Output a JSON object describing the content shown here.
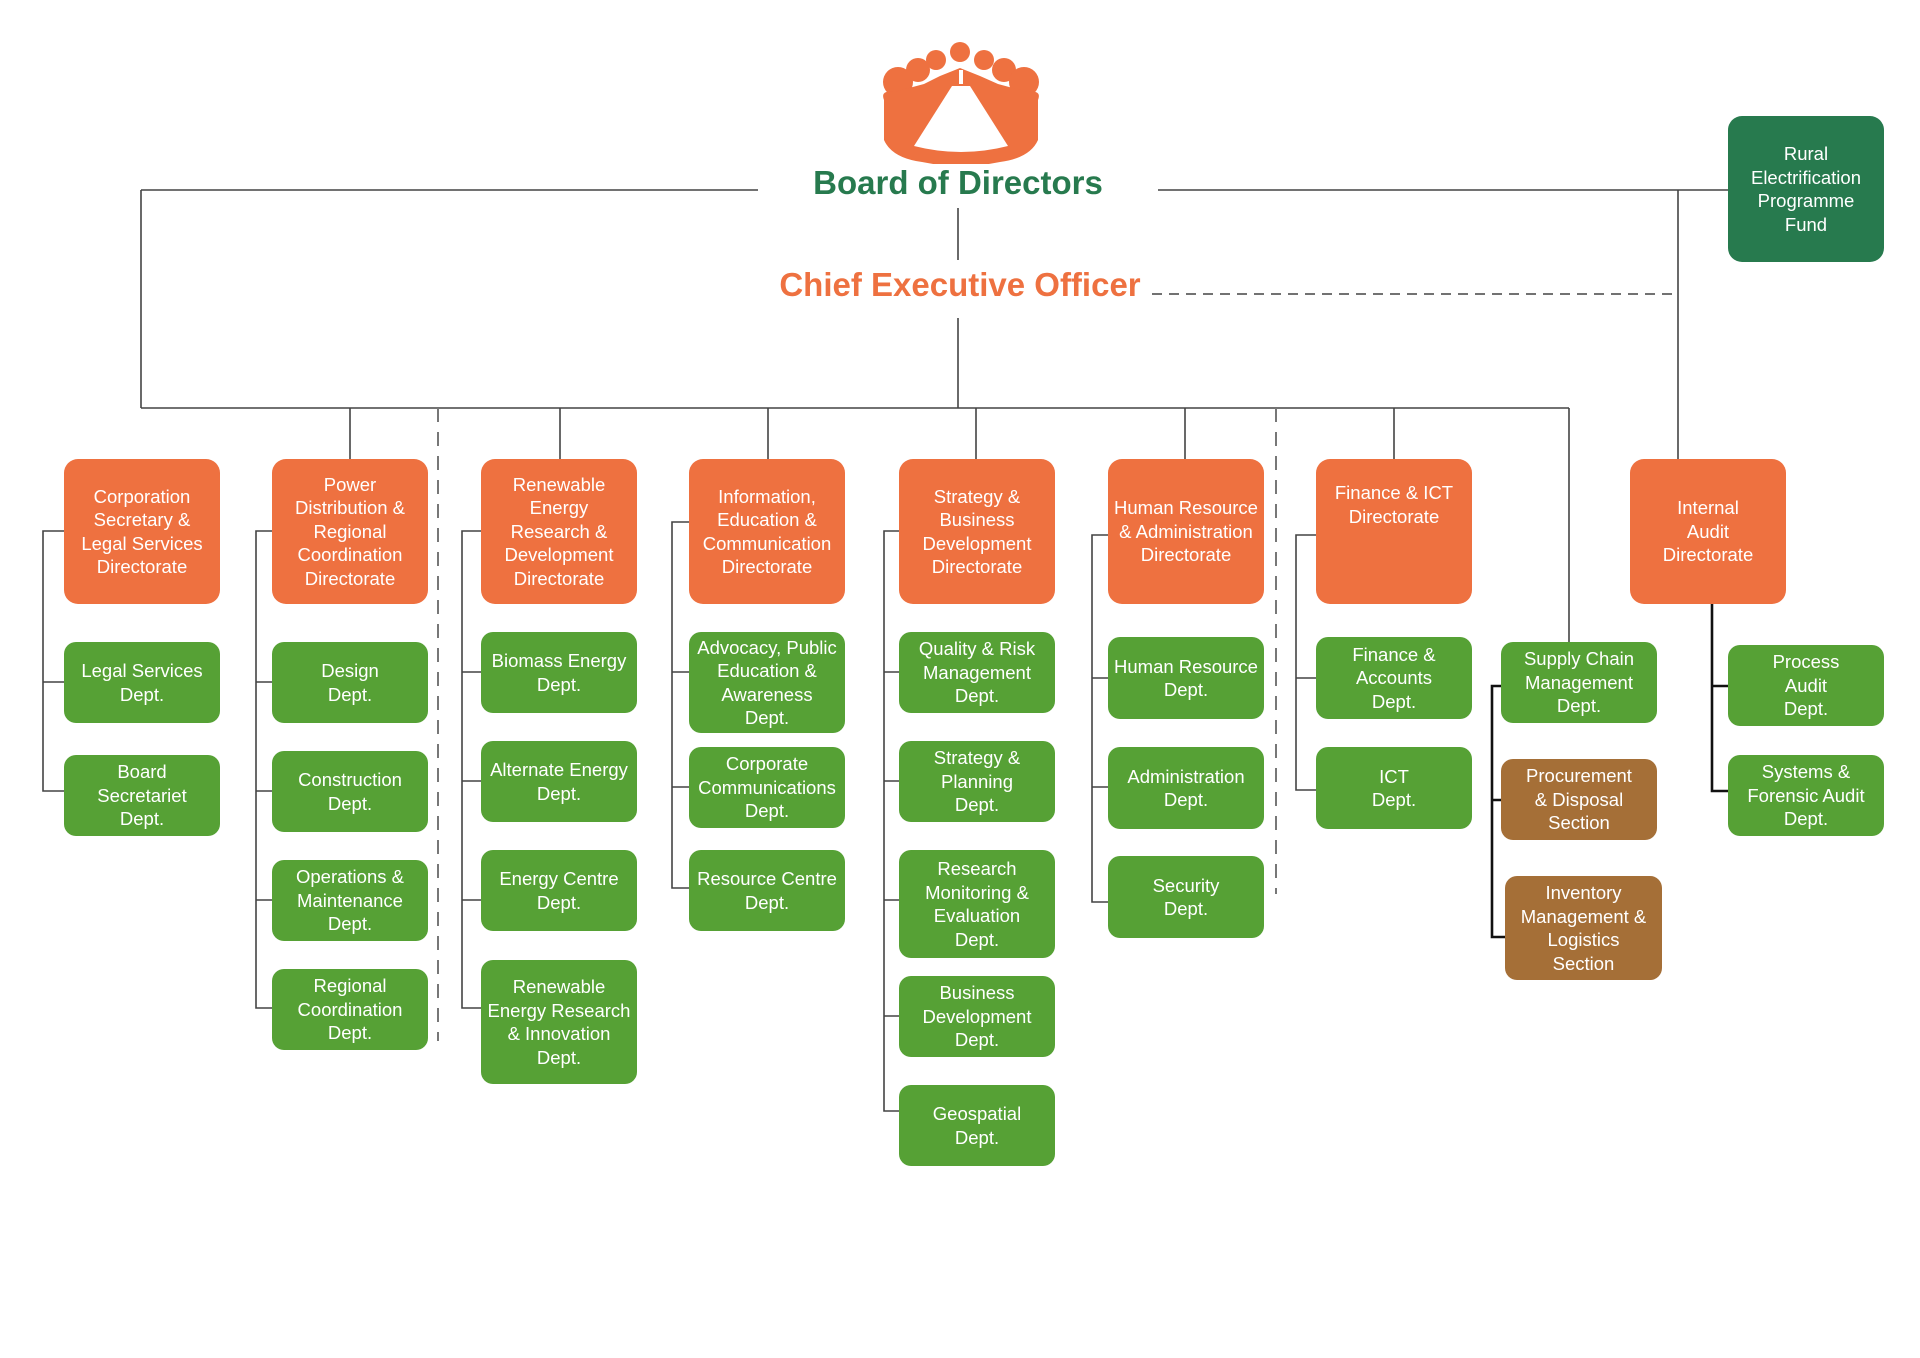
{
  "board": {
    "title": "Board of Directors",
    "logo_icon": "boardroom-meeting-icon"
  },
  "ceo": {
    "title": "Chief Executive Officer"
  },
  "fund": {
    "label": "Rural\nElectrification\nProgramme\nFund"
  },
  "colors": {
    "directorate": "#EE7140",
    "department": "#56A135",
    "section": "#A56F37",
    "fund": "#277A4E",
    "board_title": "#277A4E",
    "ceo_title": "#EE7140",
    "lines": "#444444"
  },
  "directorates": [
    {
      "label": "Corporation\nSecretary &\nLegal Services\nDirectorate",
      "departments": [
        "Legal Services\nDept.",
        "Board\nSecretariet\nDept."
      ]
    },
    {
      "label": "Power\nDistribution &\nRegional\nCoordination\nDirectorate",
      "departments": [
        "Design\nDept.",
        "Construction\nDept.",
        "Operations &\nMaintenance\nDept.",
        "Regional\nCoordination\nDept."
      ]
    },
    {
      "label": "Renewable\nEnergy\nResearch &\nDevelopment\nDirectorate",
      "departments": [
        "Biomass Energy\nDept.",
        "Alternate Energy\nDept.",
        "Energy Centre\nDept.",
        "Renewable\nEnergy Research\n& Innovation\nDept."
      ]
    },
    {
      "label": "Information,\nEducation &\nCommunication\nDirectorate",
      "departments": [
        "Advocacy, Public\nEducation &\nAwareness\nDept.",
        "Corporate\nCommunications\nDept.",
        "Resource Centre\nDept."
      ]
    },
    {
      "label": "Strategy &\nBusiness\nDevelopment\nDirectorate",
      "departments": [
        "Quality & Risk\nManagement\nDept.",
        "Strategy &\nPlanning\nDept.",
        "Research\nMonitoring &\nEvaluation\nDept.",
        "Business\nDevelopment\nDept.",
        "Geospatial\nDept."
      ]
    },
    {
      "label": "Human Resource\n& Administration\nDirectorate",
      "departments": [
        "Human Resource\nDept.",
        "Administration\nDept.",
        "Security\nDept."
      ]
    },
    {
      "label": "Finance & ICT\nDirectorate",
      "departments": [
        "Finance &\nAccounts\nDept.",
        "ICT\nDept."
      ]
    },
    {
      "label": "Internal\nAudit\nDirectorate",
      "departments": [
        "Process\nAudit\nDept.",
        "Systems &\nForensic Audit\nDept."
      ]
    }
  ],
  "supply_chain": {
    "label": "Supply Chain\nManagement\nDept.",
    "sections": [
      "Procurement\n& Disposal\nSection",
      "Inventory\nManagement &\nLogistics\nSection"
    ]
  }
}
